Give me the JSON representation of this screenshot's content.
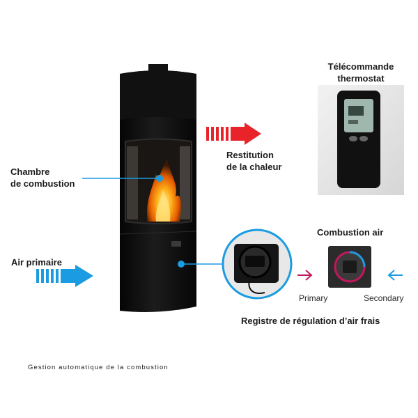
{
  "labels": {
    "chambre": [
      "Chambre",
      "de combustion"
    ],
    "air_primaire": "Air primaire",
    "restitution": [
      "Restitution",
      "de la chaleur"
    ],
    "telecommande": [
      "Télécommande",
      "thermostat"
    ],
    "combustion_air": "Combustion air",
    "primary": "Primary",
    "secondary": "Secondary",
    "registre": "Registre de régulation d’air frais",
    "gestion": "Gestion automatique de la combustion"
  },
  "colors": {
    "heat_arrow": "#e8242a",
    "air_arrow": "#1b9ce2",
    "pointer": "#1b9ce2",
    "primary_arrow": "#c2185b",
    "secondary_arrow": "#1b9ce2",
    "stove": "#0d0d0d"
  },
  "icons": {
    "heat": "arrow-right-icon",
    "air": "arrow-right-icon",
    "primary": "chevron-right-icon",
    "secondary": "chevron-left-icon"
  }
}
